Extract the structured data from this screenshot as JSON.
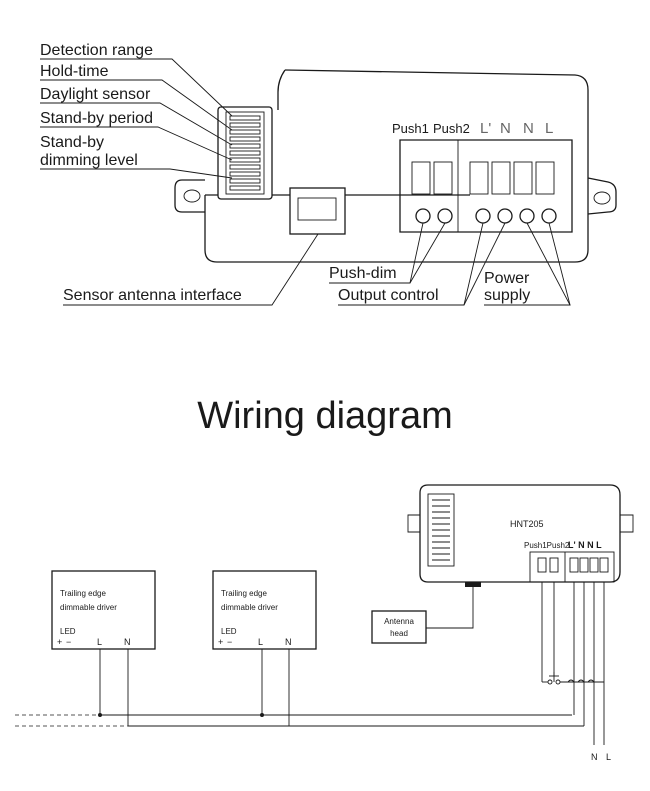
{
  "top_labels": {
    "detection_range": "Detection range",
    "hold_time": "Hold-time",
    "daylight_sensor": "Daylight sensor",
    "standby_period": "Stand-by period",
    "standby_dimming_1": "Stand-by",
    "standby_dimming_2": "dimming level",
    "sensor_antenna_interface": "Sensor antenna interface",
    "push_dim": "Push-dim",
    "output_control": "Output control",
    "power_supply_1": "Power",
    "power_supply_2": "supply",
    "terminal_push1": "Push1",
    "terminal_push2": "Push2",
    "terminal_lp": "L'",
    "terminal_n1": "N",
    "terminal_n2": "N",
    "terminal_l": "L"
  },
  "title": "Wiring diagram",
  "wiring": {
    "device_name": "HNT205",
    "device_terminals": "Push1Push2",
    "device_terminals_right": "L' N N L",
    "antenna_line1": "Antenna",
    "antenna_line2": "head",
    "driver1_line1": "Trailing edge",
    "driver1_line2": "dimmable driver",
    "driver2_line1": "Trailing edge",
    "driver2_line2": "dimmable driver",
    "led_label": "LED",
    "plus": "+",
    "minus": "−",
    "l_label": "L",
    "n_label": "N",
    "supply_n": "N",
    "supply_l": "L"
  }
}
